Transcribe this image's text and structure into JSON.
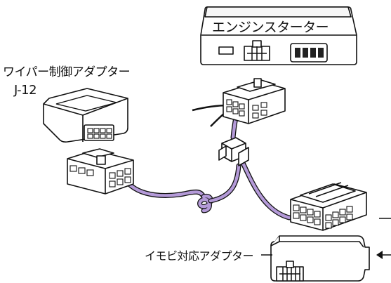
{
  "labels": {
    "engine_starter": "エンジンスターター",
    "wiper_adapter": "ワイパー制御アダプター",
    "wiper_adapter_code": "J-12",
    "immobilizer_adapter": "イモビ対応アダプター"
  },
  "colors": {
    "outline": "#111111",
    "cable": "#b49ad8",
    "background": "#ffffff"
  }
}
